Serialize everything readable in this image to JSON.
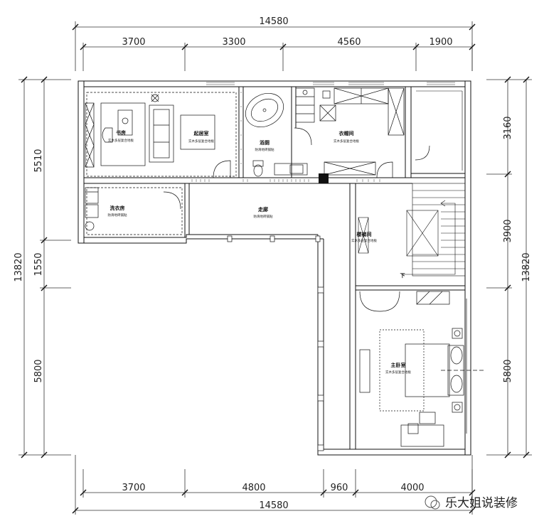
{
  "dimensions": {
    "top_total": "14580",
    "top_segments": [
      "3700",
      "3300",
      "4560",
      "1900"
    ],
    "bottom_total": "14580",
    "bottom_segments": [
      "3700",
      "4800",
      "960",
      "4000"
    ],
    "left_total": "13820",
    "left_segments": [
      "5510",
      "1550",
      "5800"
    ],
    "right_total": "13820",
    "right_segments": [
      "3160",
      "3900",
      "5800"
    ]
  },
  "rooms": [
    {
      "id": "study",
      "name": "书房",
      "note": "实木多层复合地板"
    },
    {
      "id": "living",
      "name": "起居室",
      "note": "实木多层复合地板"
    },
    {
      "id": "bath",
      "name": "浴厕",
      "note": "防滑地砖铺贴"
    },
    {
      "id": "closet",
      "name": "衣帽间",
      "note": "实木多层复合地板"
    },
    {
      "id": "laundry",
      "name": "洗衣房",
      "note": "防滑地砖铺贴"
    },
    {
      "id": "corridor",
      "name": "走廊",
      "note": "防滑地砖铺贴"
    },
    {
      "id": "stairhall",
      "name": "楼梯间",
      "note": "实木多层复合地板"
    },
    {
      "id": "master",
      "name": "主卧室",
      "note": "实木多层复合地板"
    }
  ],
  "stair_down": "下",
  "watermark": "乐大姐说装修"
}
